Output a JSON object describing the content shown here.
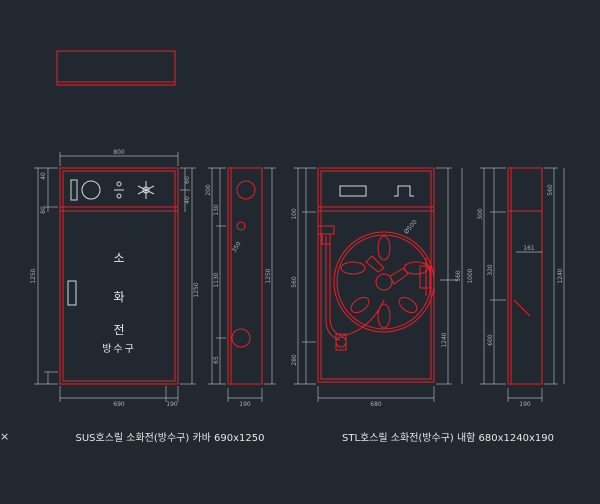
{
  "colors": {
    "background": "#212830",
    "outline": "#e8202a",
    "dimension": "#a9aeb3",
    "symbol": "#d8d8d8",
    "caption": "#e6e6e6"
  },
  "left_drawing": {
    "width_dim": "800",
    "bottom_dim": "690",
    "side_dim": "190",
    "left_height_dim": "1250",
    "left_small_dims": [
      "40",
      "80"
    ],
    "right_dims": [
      "60",
      "40",
      "1250"
    ],
    "side_view_dims": [
      "200",
      "130",
      "1130",
      "65",
      "350",
      "1250"
    ],
    "sign_char_1": "소",
    "sign_char_2": "화",
    "sign_char_3": "전",
    "sign_subtitle": "방수구",
    "caption": "SUS호스릴 소화전(방수구) 카바 690x1250"
  },
  "right_drawing": {
    "bottom_dim": "680",
    "side_dim": "190",
    "left_dims": [
      "100",
      "560",
      "280"
    ],
    "right_dims": [
      "1240",
      "560",
      "1000"
    ],
    "side_view_dims": [
      "300",
      "161",
      "1240",
      "600",
      "320",
      "560"
    ],
    "reel_dim": "Ø500",
    "caption": "STL호스릴 소화전(방수구) 내함 680x1240x190"
  },
  "cursor_mark": "×"
}
